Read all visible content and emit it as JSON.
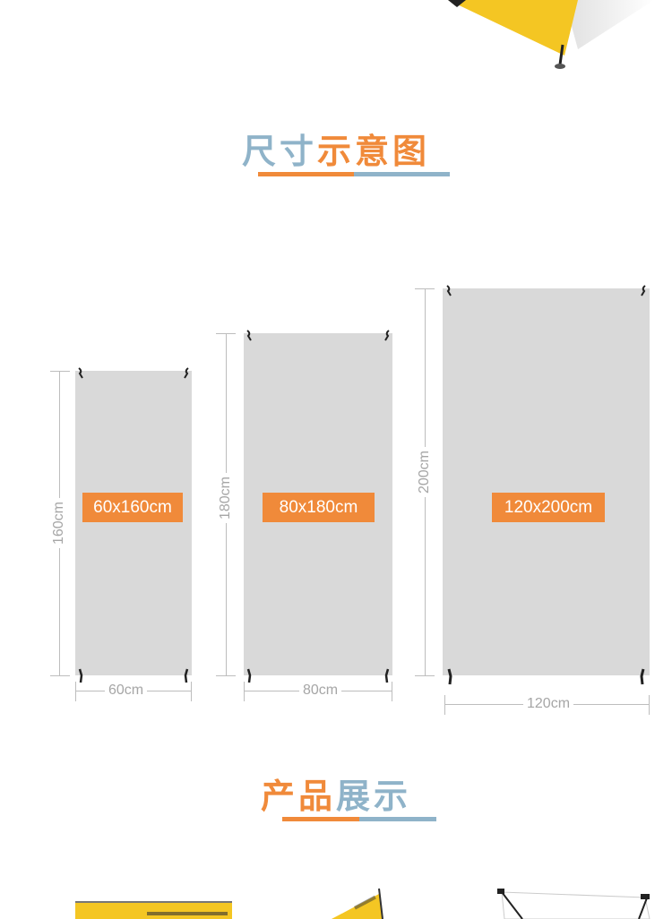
{
  "colors": {
    "orange": "#f08a3a",
    "blue": "#8fb3c9",
    "yellow": "#f4c623",
    "banner_gray": "#d9d9d9",
    "dim_gray": "#a6a6a6"
  },
  "size_section": {
    "title_part1": "尺寸",
    "title_part2": "示意图"
  },
  "banners": [
    {
      "label": "60x160cm",
      "width_text": "60cm",
      "height_text": "160cm"
    },
    {
      "label": "80x180cm",
      "width_text": "80cm",
      "height_text": "180cm"
    },
    {
      "label": "120x200cm",
      "width_text": "120cm",
      "height_text": "200cm"
    }
  ],
  "product_section": {
    "title_part1": "产品",
    "title_part2": "展示"
  },
  "icons": {
    "hook": "corner-hook-icon"
  }
}
